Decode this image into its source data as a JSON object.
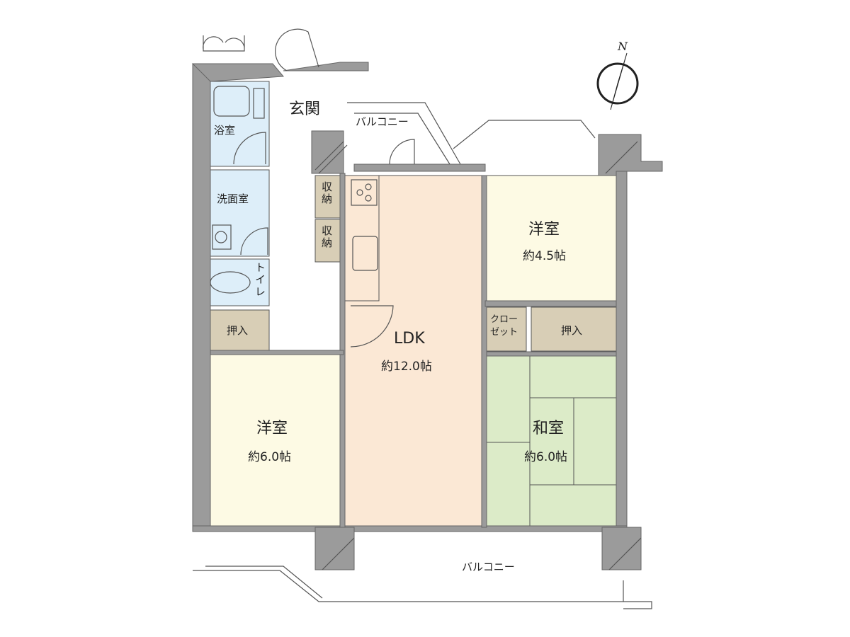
{
  "rooms": {
    "genkan": "玄関",
    "bath": "浴室",
    "washroom": "洗面室",
    "toilet": "トイレ",
    "oshiire_left": "押入",
    "storage1": "収納",
    "storage2": "収納",
    "ldk": {
      "name": "LDK",
      "area": "約12.0帖"
    },
    "western_small": {
      "name": "洋室",
      "area": "約4.5帖"
    },
    "closet": "クローゼット",
    "closet_line1": "クロー",
    "closet_line2": "ゼット",
    "oshiire_right": "押入",
    "washitsu": {
      "name": "和室",
      "area": "約6.0帖"
    },
    "western_large": {
      "name": "洋室",
      "area": "約6.0帖"
    },
    "balcony_top": "バルコニー",
    "balcony_bottom": "バルコニー"
  },
  "compass": {
    "label": "N"
  },
  "colors": {
    "wall": "#9b9b9b",
    "wet": "#ddeef9",
    "storage": "#d8ceb6",
    "ldk": "#fbe8d5",
    "western": "#fdfae4",
    "washitsu": "#dcebc8"
  }
}
